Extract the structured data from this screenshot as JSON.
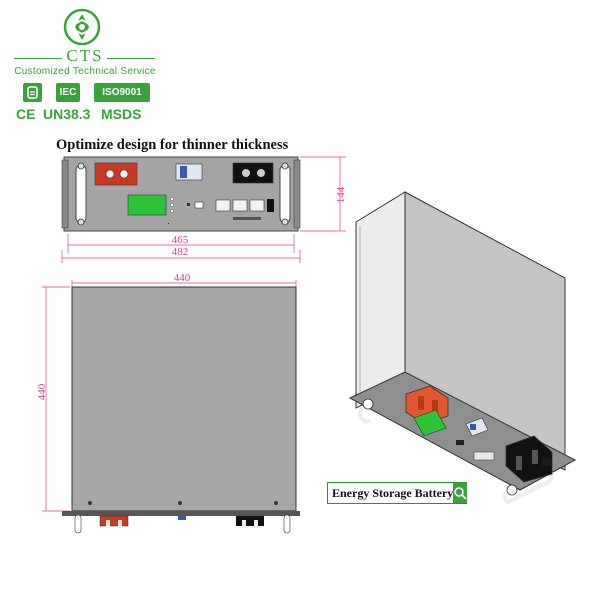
{
  "brand": {
    "name": "CTS",
    "tagline": "Customized Technical Service",
    "accent": "#3aa23a"
  },
  "certifications": {
    "iec": "IEC",
    "iso": "ISO9001",
    "ce": "CE",
    "un": "UN38.3",
    "msds": "MSDS"
  },
  "heading": "Optimize design for thinner thickness",
  "front_view": {
    "height_label": "144",
    "inner_width_label": "465",
    "outer_width_label": "482"
  },
  "top_view": {
    "width_label": "440",
    "depth_label": "440"
  },
  "caption": {
    "label": "Energy Storage Battery",
    "search_icon": "search-icon"
  },
  "colors": {
    "dimension_line": "#d6428e",
    "terminal_red": "#c83a22",
    "terminal_orange": "#e2552d",
    "lcd_green": "#2ec43a",
    "panel_gray": "#a4a4a4"
  }
}
